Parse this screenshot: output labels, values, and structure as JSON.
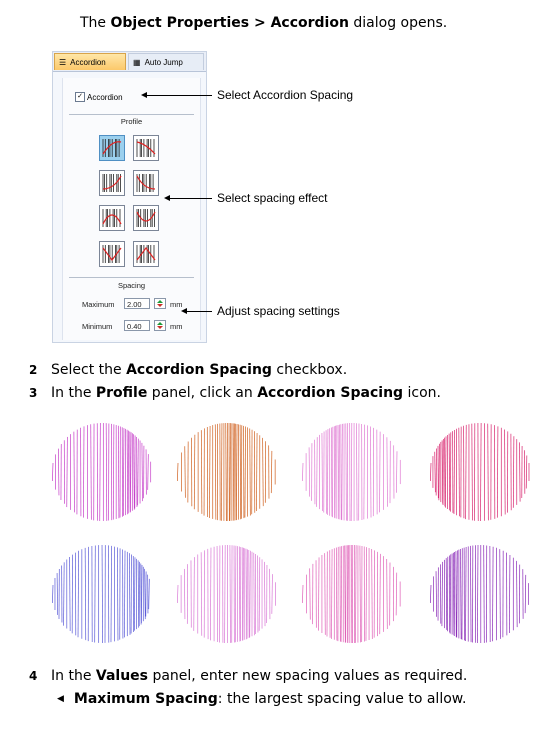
{
  "intro": {
    "prefix": "The ",
    "path": "Object Properties > Accordion",
    "suffix": " dialog opens."
  },
  "dialog": {
    "tabs": [
      {
        "label": "Accordion",
        "icon": "accordion-tab-icon",
        "active": true
      },
      {
        "label": "Auto Jump",
        "icon": "autojump-tab-icon",
        "active": false
      }
    ],
    "checkbox_label": "Accordion",
    "checkbox_checked": true,
    "profile_label": "Profile",
    "spacing_label": "Spacing",
    "maximum_label": "Maximum",
    "maximum_value": "2.00",
    "minimum_label": "Minimum",
    "minimum_value": "0.40",
    "unit": "mm"
  },
  "callouts": {
    "checkbox": "Select Accordion Spacing",
    "profile": "Select spacing effect",
    "spacing": "Adjust spacing settings"
  },
  "steps": [
    {
      "num": "2",
      "before": "Select the ",
      "bold": "Accordion Spacing",
      "after": " checkbox."
    },
    {
      "num": "3",
      "before": "In the ",
      "bold": "Profile",
      "mid": " panel, click an ",
      "bold2": "Accordion Spacing",
      "after": " icon."
    },
    {
      "num": "4",
      "before": "In the ",
      "bold": "Values",
      "after": " panel, enter new spacing values as required."
    }
  ],
  "bullet": {
    "bold": "Maximum Spacing",
    "after": ": the largest spacing value to allow."
  },
  "sample_colors": [
    "#c63fc9",
    "#d0601f",
    "#e07ad3",
    "#d8246e",
    "#5b5bd8",
    "#d978d6",
    "#e060b8",
    "#8a2ab8"
  ]
}
